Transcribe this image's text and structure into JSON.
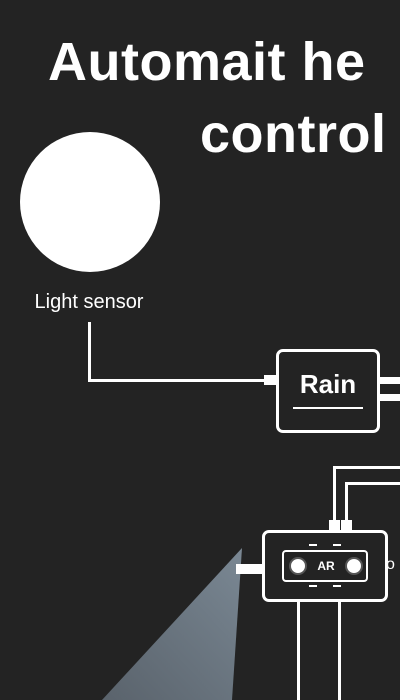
{
  "title": {
    "line1": "Automait he",
    "line2": "control"
  },
  "light_sensor": {
    "label": "Light sensor"
  },
  "rain_module": {
    "label": "Rain"
  },
  "control_unit": {
    "code": "AR",
    "side_text": "o"
  },
  "colors": {
    "background": "#232323",
    "foreground": "#ffffff",
    "beam": "#8a9aa8"
  }
}
